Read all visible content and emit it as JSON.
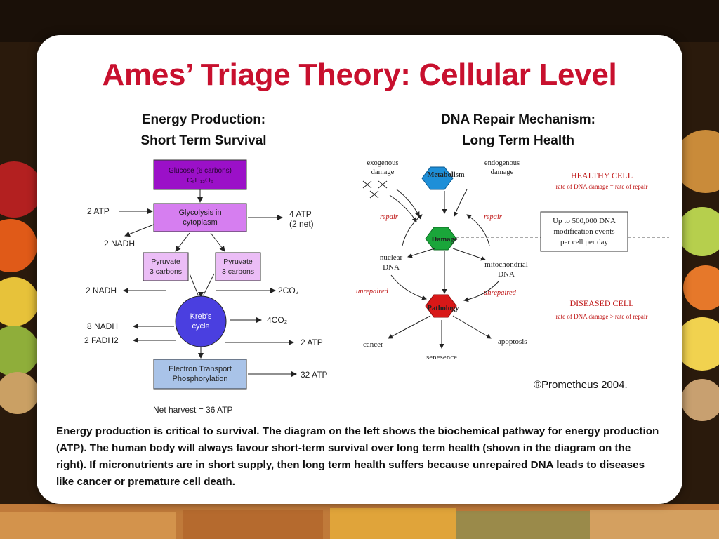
{
  "slide": {
    "title": "Ames’ Triage Theory: Cellular Level",
    "left_heading": [
      "Energy Production:",
      "Short Term Survival"
    ],
    "right_heading": [
      "DNA Repair Mechanism:",
      "Long Term Health"
    ],
    "copyright": "®Prometheus 2004.",
    "caption": "Energy production is critical to survival.  The diagram on the left shows the biochemical pathway for energy production (ATP).  The human body will always favour short-term survival over long term health (shown in the diagram on the right).  If micronutrients are in short supply, then long term health suffers because unrepaired DNA leads to diseases like cancer or premature cell death."
  },
  "energy": {
    "glucose": [
      "Glucose (6 carbons)",
      "C₆H₁₂O₆"
    ],
    "glycolysis": [
      "Glycolysis in",
      "cytoplasm"
    ],
    "pyruvate_left": [
      "Pyruvate",
      "3 carbons"
    ],
    "pyruvate_right": [
      "Pyruvate",
      "3 carbons"
    ],
    "krebs": [
      "Kreb's",
      "cycle"
    ],
    "etc": [
      "Electron Transport",
      "Phosphorylation"
    ],
    "in_2atp": "2 ATP",
    "out_4atp": [
      "4  ATP",
      "(2  net)"
    ],
    "nadh_1": "2 NADH",
    "nadh_2": "2 NADH",
    "co2_2": "2CO₂",
    "co2_4": "4CO₂",
    "nadh_8": "8 NADH",
    "fadh2": "2 FADH2",
    "atp_krebs": "2 ATP",
    "atp_etc": "32 ATP",
    "net": "Net  harvest = 36 ATP"
  },
  "dna": {
    "exogenous": [
      "exogenous",
      "damage"
    ],
    "endogenous": [
      "endogenous",
      "damage"
    ],
    "metabolism": "Metabolism",
    "damage": "Damage",
    "pathology": "Pathology",
    "repair_left": "repair",
    "repair_right": "repair",
    "nuclear": [
      "nuclear",
      "DNA"
    ],
    "mito": [
      "mitochondrial",
      "DNA"
    ],
    "unrepaired_left": "unrepaired",
    "unrepaired_right": "unrepaired",
    "cancer": "cancer",
    "senesence": "senesence",
    "apoptosis": "apoptosis",
    "healthy": "HEALTHY CELL",
    "healthy_rate": "rate of DNA damage = rate of repair",
    "box": [
      "Up to 500,000 DNA",
      "modification events",
      "per cell per day"
    ],
    "diseased": "DISEASED CELL",
    "diseased_rate": "rate of DNA damage > rate of repair"
  },
  "colors": {
    "title": "#c8102e",
    "glucose": "#9b10c8",
    "glycolysis": "#d67ef0",
    "pyruvate": "#ebbdf6",
    "krebs": "#4a3fe0",
    "etc": "#a9c3e8",
    "metabolism": "#1e8fd8",
    "damage": "#1aa63a",
    "pathology": "#d81818",
    "red_label": "#c01818"
  }
}
